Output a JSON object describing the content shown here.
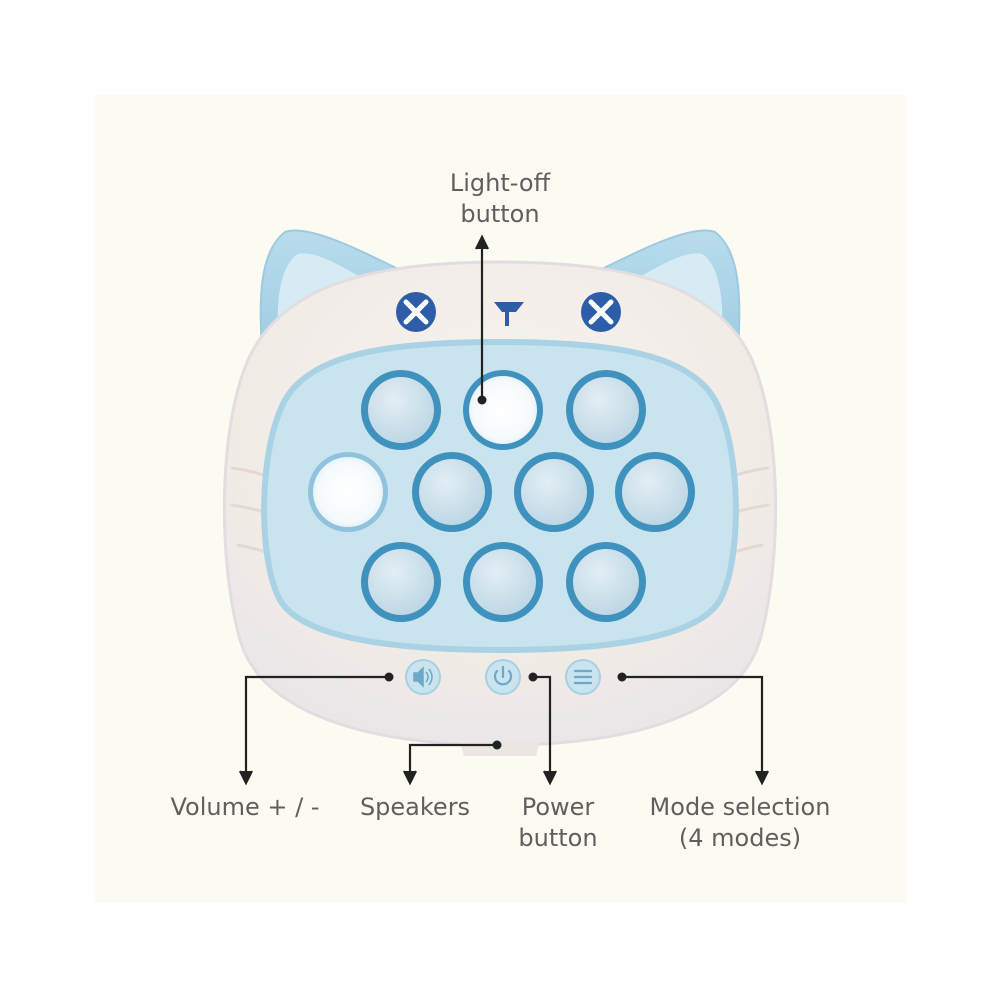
{
  "labels": {
    "light_off": [
      "Light-off",
      "button"
    ],
    "volume": [
      "Volume + / -"
    ],
    "speakers": [
      "Speakers"
    ],
    "power": [
      "Power",
      "button"
    ],
    "mode": [
      "Mode selection",
      "(4 modes)"
    ]
  },
  "colors": {
    "background": "#fdfbf1",
    "body": "#f4eee8",
    "body_shadow": "#e6e4e6",
    "blue_light": "#c9e3ef",
    "blue_mid": "#a9d2e5",
    "blue_ring": "#3f92bd",
    "bubble": "#cfe2ec",
    "bubble_lit": "#f8fbfd",
    "eye_blue": "#2d5da8",
    "label_text": "#5f5f5f",
    "pointer": "#222222"
  },
  "icons": {
    "volume_button": "speaker-icon",
    "power_button": "power-icon",
    "mode_button": "menu-lines-icon"
  }
}
